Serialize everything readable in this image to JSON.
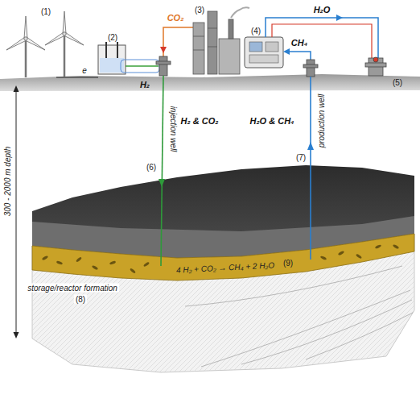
{
  "diagram": {
    "labels": [
      "(1)",
      "(2)",
      "CO₂",
      "(3)",
      "H₂O",
      "(4)",
      "CH₄",
      "(5)",
      "e",
      "H₂",
      "injection well",
      "H₂ & CO₂",
      "(6)",
      "H₂O & CH₄",
      "(7)",
      "production well",
      "300 - 2000 m depth",
      "4 H₂ + CO₂ → CH₄ + 2 H₂O",
      "(9)",
      "storage/reactor formation",
      "(8)"
    ]
  }
}
